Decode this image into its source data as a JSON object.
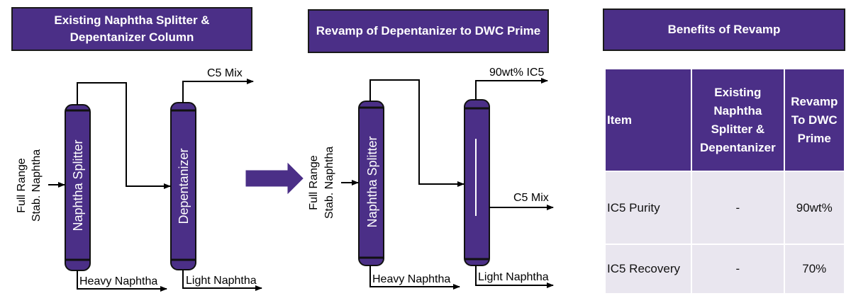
{
  "panels": {
    "existing": {
      "title": "Existing Naphtha Splitter & Depentanizer Column"
    },
    "revamp": {
      "title": "Revamp of Depentanizer to DWC Prime"
    },
    "benefits": {
      "title": "Benefits of Revamp"
    }
  },
  "existing_diagram": {
    "feed_label_line1": "Full Range",
    "feed_label_line2": "Stab. Naphtha",
    "column1_label": "Naphtha Splitter",
    "column2_label": "Depentanizer",
    "top_product": "C5 Mix",
    "bottom1_product": "Heavy Naphtha",
    "bottom2_product": "Light Naphtha"
  },
  "revamp_diagram": {
    "feed_label_line1": "Full Range",
    "feed_label_line2": "Stab. Naphtha",
    "column1_label": "Naphtha Splitter",
    "top_product": "90wt% IC5",
    "side_product": "C5 Mix",
    "bottom1_product": "Heavy Naphtha",
    "bottom2_product": "Light Naphtha"
  },
  "table": {
    "headers": [
      "Item",
      "Existing Naphtha Splitter & Depentanizer",
      "Revamp To DWC Prime"
    ],
    "rows": [
      [
        "IC5 Purity",
        "-",
        "90wt%"
      ],
      [
        "IC5 Recovery",
        "-",
        "70%"
      ]
    ]
  },
  "colors": {
    "accent": "#4b2f87",
    "cell_bg": "#e9e6ef"
  }
}
